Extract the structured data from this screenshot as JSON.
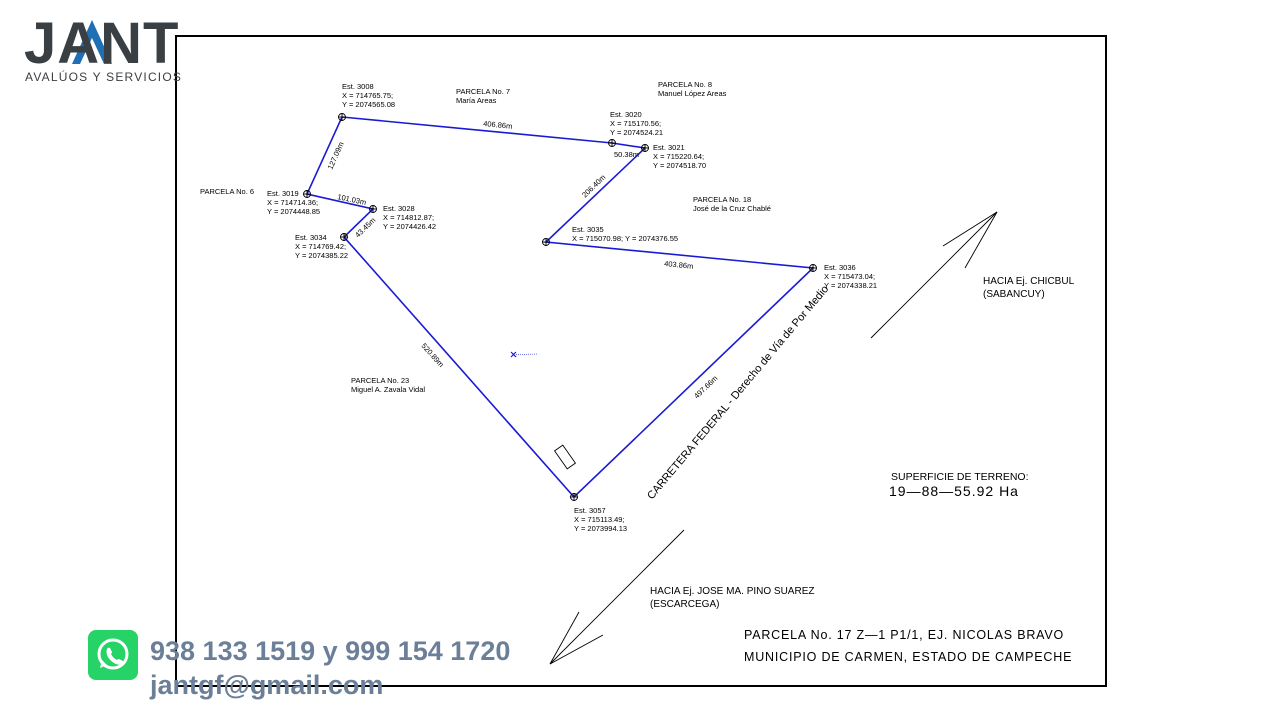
{
  "brand": {
    "name": "JANT",
    "tagline": "AVALÚOS Y SERVICIOS",
    "accent_color": "#1f6fb5",
    "text_color": "#3a3f44"
  },
  "stations": [
    {
      "id": "3008",
      "label": "Est. 3008",
      "x": "X = 714765.75;",
      "y": "Y = 2074565.08"
    },
    {
      "id": "3020",
      "label": "Est. 3020",
      "x": "X = 715170.56;",
      "y": "Y = 2074524.21"
    },
    {
      "id": "3021",
      "label": "Est. 3021",
      "x": "X = 715220.64;",
      "y": "Y = 2074518.70"
    },
    {
      "id": "3019",
      "label": "Est. 3019",
      "x": "X = 714714.36;",
      "y": "Y = 2074448.85"
    },
    {
      "id": "3028",
      "label": "Est. 3028",
      "x": "X = 714812.87;",
      "y": "Y = 2074426.42"
    },
    {
      "id": "3034",
      "label": "Est. 3034",
      "x": "X = 714769.42;",
      "y": "Y = 2074385.22"
    },
    {
      "id": "3035",
      "label": "Est. 3035",
      "xy": "X = 715070.98; Y = 2074376.55"
    },
    {
      "id": "3036",
      "label": "Est. 3036",
      "x": "X = 715473.04;",
      "y": "Y = 2074338.21"
    },
    {
      "id": "3057",
      "label": "Est. 3057",
      "x": "X = 715113.49;",
      "y": "Y = 2073994.13"
    }
  ],
  "distances": {
    "d_3008_3020": "406.86m",
    "d_3020_3021": "50.38m",
    "d_3008_3019": "127.09m",
    "d_3019_3028": "101.03m",
    "d_3028_3034": "43.45m",
    "d_3021_3035": "206.40m",
    "d_3035_3036": "403.86m",
    "d_3034_3057": "520.89m",
    "d_3036_3057": "497.66m"
  },
  "parcels": {
    "p7": {
      "title": "PARCELA No. 7",
      "owner": "María Areas"
    },
    "p8": {
      "title": "PARCELA No. 8",
      "owner": "Manuel López Areas"
    },
    "p6": {
      "title": "PARCELA No. 6"
    },
    "p18": {
      "title": "PARCELA No. 18",
      "owner": "José de la Cruz Chablé"
    },
    "p23": {
      "title": "PARCELA No. 23",
      "owner": "Miguel A. Zavala Vidal"
    }
  },
  "road_label": "CARRETERA FEDERAL - Derecho de Vía de Por Medio",
  "direction_ne": {
    "line1": "HACIA Ej. CHICBUL",
    "line2": "(SABANCUY)"
  },
  "direction_sw": {
    "line1": "HACIA Ej. JOSE MA. PINO SUAREZ",
    "line2": "(ESCARCEGA)"
  },
  "area": {
    "label": "SUPERFICIE DE TERRENO:",
    "value": "19—88—55.92 Ha"
  },
  "title_block": {
    "line1": "PARCELA No. 17 Z—1 P1/1, EJ. NICOLAS BRAVO",
    "line2": "MUNICIPIO DE CARMEN, ESTADO DE CAMPECHE"
  },
  "contact": {
    "phones": "938 133 1519 y 999 154 1720",
    "email": "jantgf@gmail.com",
    "whatsapp_color": "#25d366",
    "text_color": "#6b7f98"
  },
  "colors": {
    "polygon": "#1a1ad6",
    "frame": "#000000"
  }
}
